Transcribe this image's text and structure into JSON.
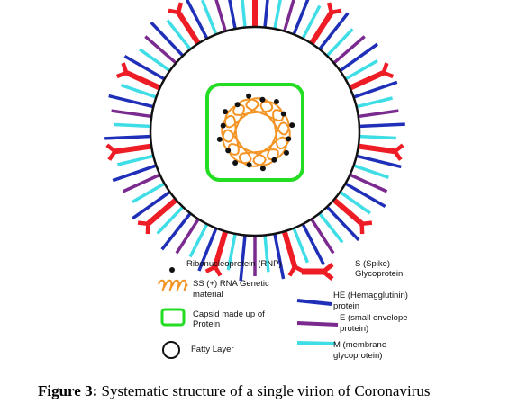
{
  "colors": {
    "spike": "#ee1c24",
    "he": "#1f2fb8",
    "e_protein": "#7b2a8f",
    "m_protein": "#3fdde6",
    "capsid": "#22dd22",
    "rnp": "#111111",
    "rna": "#f39424",
    "fatty_layer": "#111111"
  },
  "legend": {
    "rnp": "Ribonucleoprotein (RNP)",
    "rna": [
      "SS (+) RNA Genetic",
      "material"
    ],
    "capsid": [
      "Capsid made up of",
      "Protein"
    ],
    "fatty": "Fatty Layer",
    "spike": [
      "S (Spike)",
      "Glycoprotein"
    ],
    "he": [
      "HE (Hemagglutinin)",
      "protein"
    ],
    "e": [
      "E (small envelope",
      "protein)"
    ],
    "m": [
      "M (membrane",
      "glycoprotein)"
    ]
  },
  "caption": {
    "label": "Figure 3:",
    "text": " Systematic structure of a single virion of Coronavirus"
  }
}
